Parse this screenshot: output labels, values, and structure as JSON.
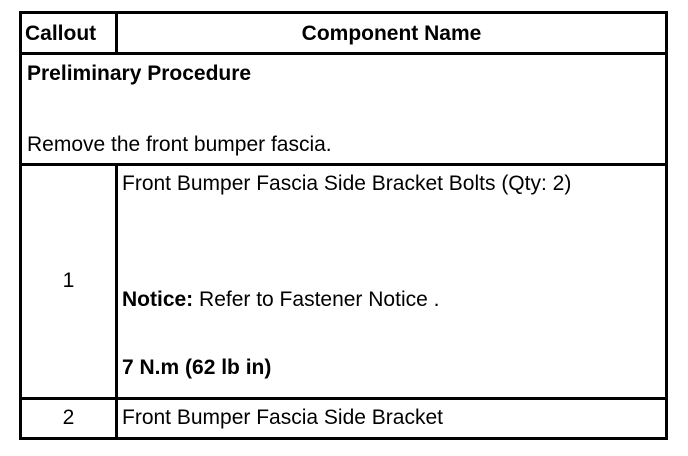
{
  "table": {
    "headers": {
      "callout": "Callout",
      "component_name": "Component Name"
    },
    "preliminary": {
      "title": "Preliminary Procedure",
      "text": "Remove the front bumper fascia."
    },
    "rows": [
      {
        "callout": "1",
        "component": "Front Bumper Fascia Side Bracket Bolts (Qty: 2)",
        "notice_label": "Notice:",
        "notice_text": " Refer to Fastener Notice .",
        "torque": "7 N.m (62 lb in)"
      },
      {
        "callout": "2",
        "component": "Front Bumper Fascia Side Bracket"
      }
    ]
  }
}
